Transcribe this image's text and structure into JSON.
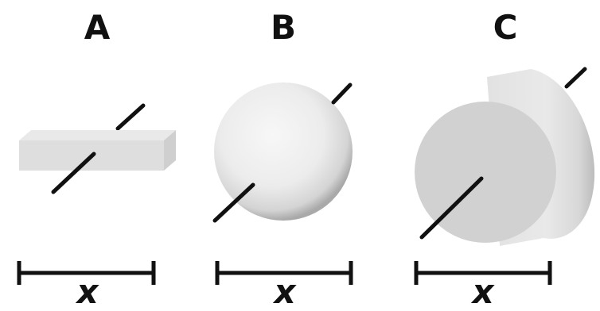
{
  "panels": [
    {
      "label": "A",
      "dimension_label": "x",
      "shape": "flat-rectangular-slab"
    },
    {
      "label": "B",
      "dimension_label": "x",
      "shape": "sphere"
    },
    {
      "label": "C",
      "dimension_label": "x",
      "shape": "cylinder"
    }
  ],
  "colors": {
    "ink": "#111111",
    "shape_light": "#e6e6e6",
    "shape_mid": "#d3d3d3",
    "shape_dark": "#c4c4c4"
  }
}
